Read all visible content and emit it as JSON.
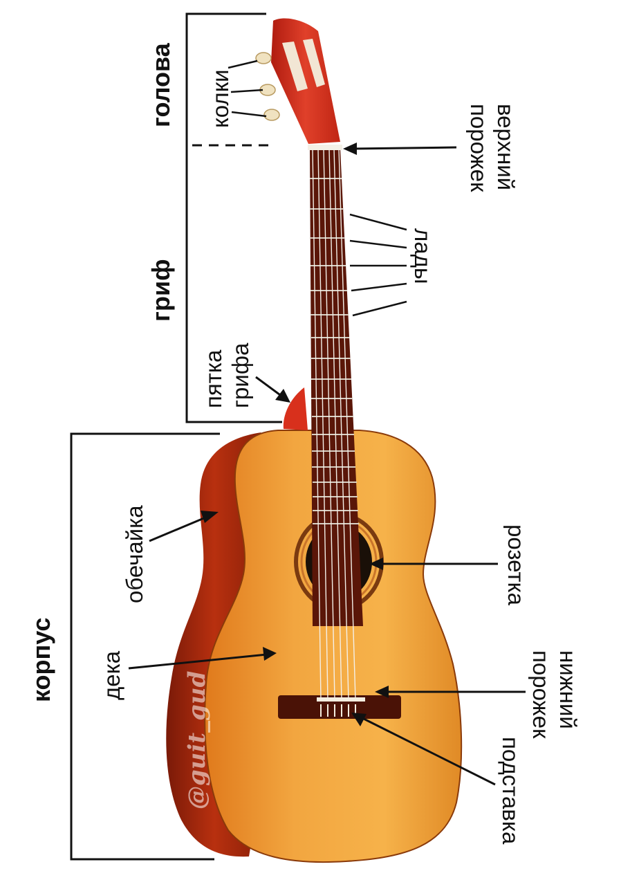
{
  "sections": {
    "head": "голова",
    "neck": "гриф",
    "body": "корпус"
  },
  "parts": {
    "tuning_pegs": "колки",
    "nut": [
      "верхний",
      "порожек"
    ],
    "frets": "лады",
    "neck_heel": [
      "пятка",
      "грифа"
    ],
    "sides": "обечайка",
    "rosette": "розетка",
    "soundboard": "дека",
    "saddle": [
      "нижний",
      "порожек"
    ],
    "bridge": "подставка"
  },
  "watermark": "@guit_gud",
  "colors": {
    "headstock": "#c8281a",
    "fretboard": "#5a1608",
    "soundboard": "#f0a238",
    "sides": "#a8280e",
    "line": "#111111"
  }
}
